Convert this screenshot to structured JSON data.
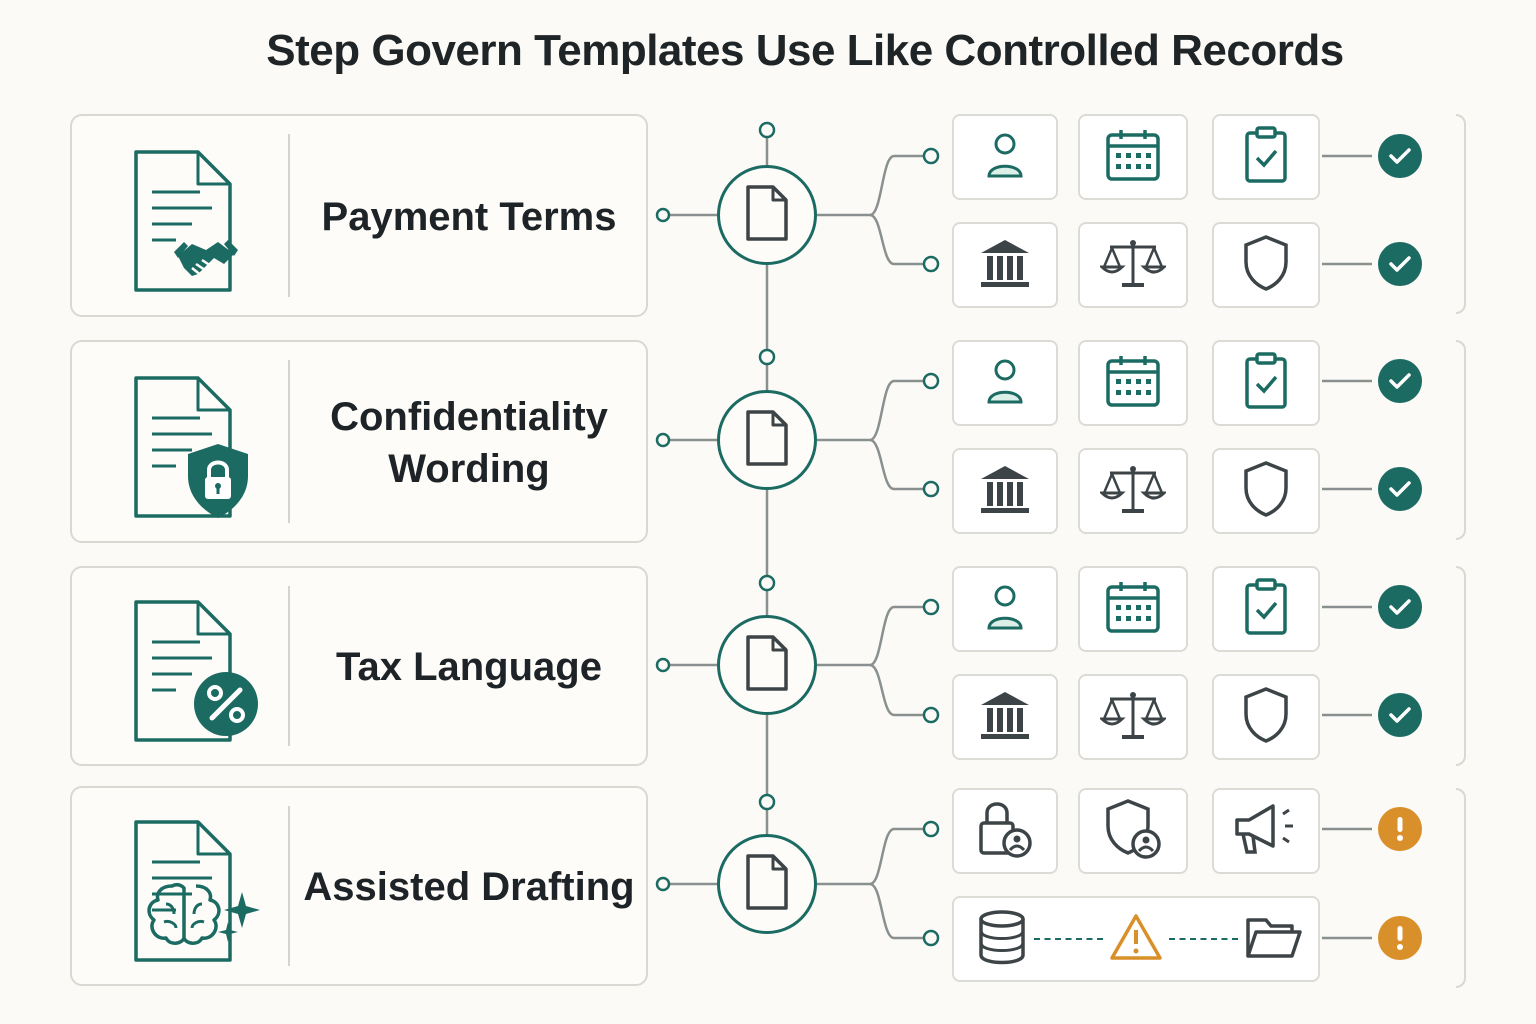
{
  "title": "Step Govern Templates Use Like Controlled Records",
  "colors": {
    "accent": "#1c6b63",
    "warning": "#d9902a",
    "icon_dark": "#3d4447",
    "connector": "#8a8f90",
    "panel_border": "#d9d9d3"
  },
  "rows": [
    {
      "label": "Payment Terms",
      "doc_badge": "handshake-icon",
      "checks": [
        {
          "tiles": [
            "person-icon",
            "calendar-icon",
            "clipboard-check-icon"
          ],
          "status": "ok"
        },
        {
          "tiles": [
            "bank-icon",
            "scales-icon",
            "shield-icon"
          ],
          "status": "ok"
        }
      ]
    },
    {
      "label": "Confidentiality\nWording",
      "doc_badge": "lock-shield-icon",
      "checks": [
        {
          "tiles": [
            "person-icon",
            "calendar-icon",
            "clipboard-check-icon"
          ],
          "status": "ok"
        },
        {
          "tiles": [
            "bank-icon",
            "scales-icon",
            "shield-icon"
          ],
          "status": "ok"
        }
      ]
    },
    {
      "label": "Tax Language",
      "doc_badge": "percent-icon",
      "checks": [
        {
          "tiles": [
            "person-icon",
            "calendar-icon",
            "clipboard-check-icon"
          ],
          "status": "ok"
        },
        {
          "tiles": [
            "bank-icon",
            "scales-icon",
            "shield-icon"
          ],
          "status": "ok"
        }
      ]
    },
    {
      "label": "Assisted Drafting",
      "doc_badge": "brain-sparkle-icon",
      "checks": [
        {
          "tiles": [
            "lock-person-icon",
            "shield-person-icon",
            "megaphone-icon"
          ],
          "status": "warning"
        },
        {
          "tiles": [
            "database-icon",
            "warning-triangle-icon",
            "folder-icon"
          ],
          "status": "warning",
          "flow": true
        }
      ]
    }
  ]
}
